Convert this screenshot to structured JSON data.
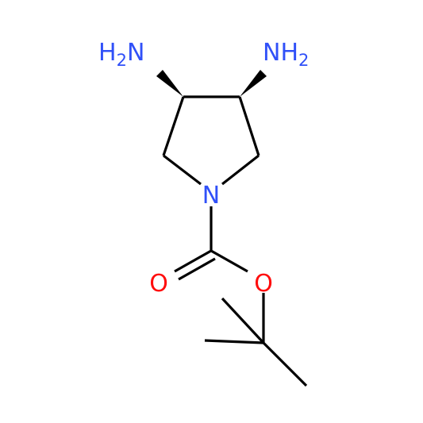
{
  "molecule": {
    "colors": {
      "bond": "#000000",
      "nitrogen": "#3050F8",
      "oxygen": "#FF0D0D",
      "background": "#FFFFFF"
    },
    "atoms": {
      "amine_left": {
        "element": "H",
        "subscript": "2",
        "suffix": "N"
      },
      "amine_right": {
        "element": "N",
        "suffix": "H",
        "subscript": "2"
      },
      "ring_nitrogen": "N",
      "carbonyl_oxygen": "O",
      "ester_oxygen": "O"
    }
  }
}
